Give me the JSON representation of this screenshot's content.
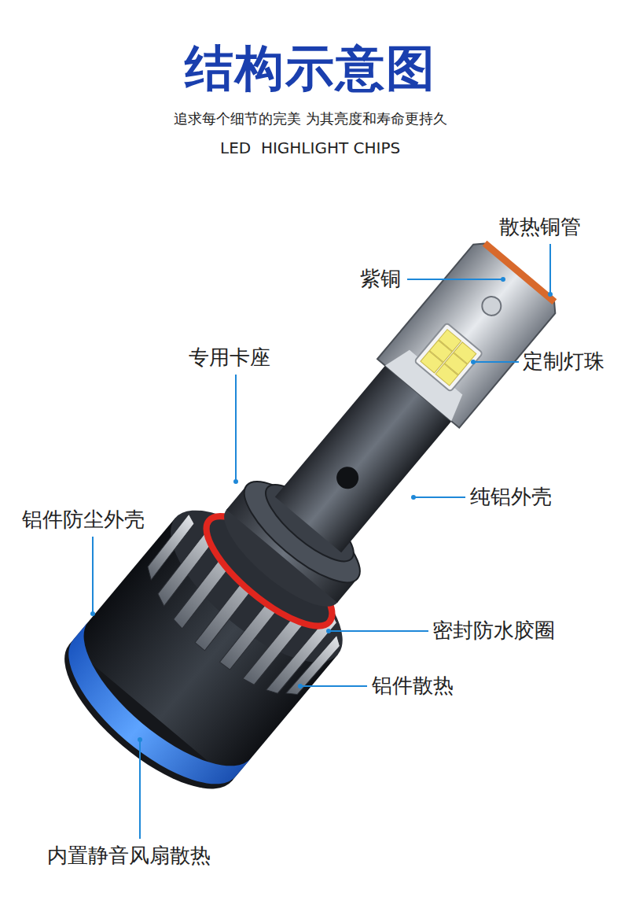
{
  "diagram": {
    "title": "结构示意图",
    "labels": [
      "追求每个细节的完美 为其亮度和寿命更持久",
      "LED  HIGHLIGHT CHIPS",
      "散热铜管",
      "紫铜",
      "专用卡座",
      "定制灯珠",
      "铝件防尘外壳",
      "纯铝外壳",
      "密封防水胶圈",
      "铝件散热",
      "内置静音风扇散热"
    ]
  }
}
